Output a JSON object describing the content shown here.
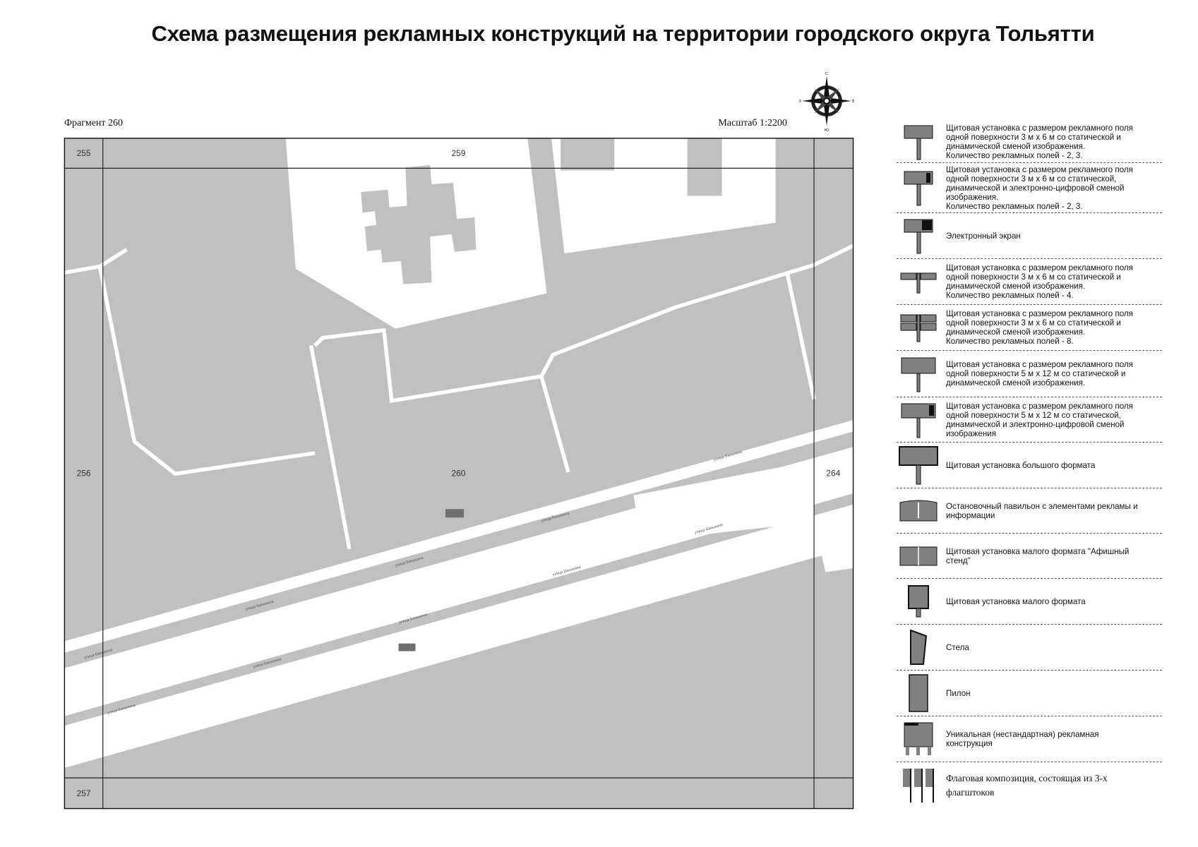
{
  "title": "Схема размещения рекламных конструкций на территории городского округа Тольятти",
  "fragment_label": "Фрагмент 260",
  "scale_label": "Масштаб 1:2200",
  "compass": {
    "north": "С",
    "south": "Ю",
    "west": "З",
    "east": "В"
  },
  "map": {
    "grid_labels": {
      "nw": "255",
      "n": "259",
      "w": "256",
      "center": "260",
      "e": "264",
      "sw": "257"
    },
    "street_label": "улица Баныкина",
    "colors": {
      "ground": "#c0c0c0",
      "open": "#ffffff",
      "marker": "#6e6e6e"
    }
  },
  "legend": [
    {
      "icon": "billboard-3x6-icon",
      "text": "Щитовая установка с размером рекламного поля\nодной поверхности 3 м х 6 м со статической и\nдинамической сменой изображения.\nКоличество рекламных полей - 2, 3."
    },
    {
      "icon": "billboard-3x6-digital-icon",
      "text": "Щитовая установка с размером рекламного поля\nодной поверхности 3 м х 6 м со статической,\nдинамической и электронно-цифровой сменой\nизображения.\nКоличество рекламных полей - 2, 3."
    },
    {
      "icon": "electronic-screen-icon",
      "text": "Электронный экран"
    },
    {
      "icon": "billboard-4-fields-icon",
      "text": "Щитовая установка с размером рекламного поля\nодной поверхности 3 м х 6 м со статической и\nдинамической сменой изображения.\nКоличество рекламных полей - 4."
    },
    {
      "icon": "billboard-8-fields-icon",
      "text": "Щитовая установка с размером рекламного поля\nодной поверхности 3 м х 6 м со статической и\nдинамической сменой изображения.\nКоличество рекламных полей - 8."
    },
    {
      "icon": "billboard-5x12-icon",
      "text": "Щитовая установка с размером рекламного поля\nодной поверхности 5 м х 12 м со статической и\nдинамической сменой изображения."
    },
    {
      "icon": "billboard-5x12-digital-icon",
      "text": "Щитовая установка с размером рекламного поля\nодной поверхности 5 м х 12 м со статической,\nдинамической и электронно-цифровой сменой\nизображения"
    },
    {
      "icon": "large-format-billboard-icon",
      "text": "Щитовая установка большого формата"
    },
    {
      "icon": "bus-stop-pavilion-icon",
      "text": "Остановочный павильон с элементами рекламы и\nинформации"
    },
    {
      "icon": "poster-stand-icon",
      "text": "Щитовая установка малого формата \"Афишный\nстенд\""
    },
    {
      "icon": "small-format-board-icon",
      "text": "Щитовая установка малого формата"
    },
    {
      "icon": "stele-icon",
      "text": "Стела"
    },
    {
      "icon": "pylon-icon",
      "text": "Пилон"
    },
    {
      "icon": "unique-construction-icon",
      "text": "Уникальная (нестандартная) рекламная\nконструкция"
    },
    {
      "icon": "flag-composition-icon",
      "text": "Флаговая композиция, состоящая из 3-х\nфлагштоков"
    }
  ]
}
